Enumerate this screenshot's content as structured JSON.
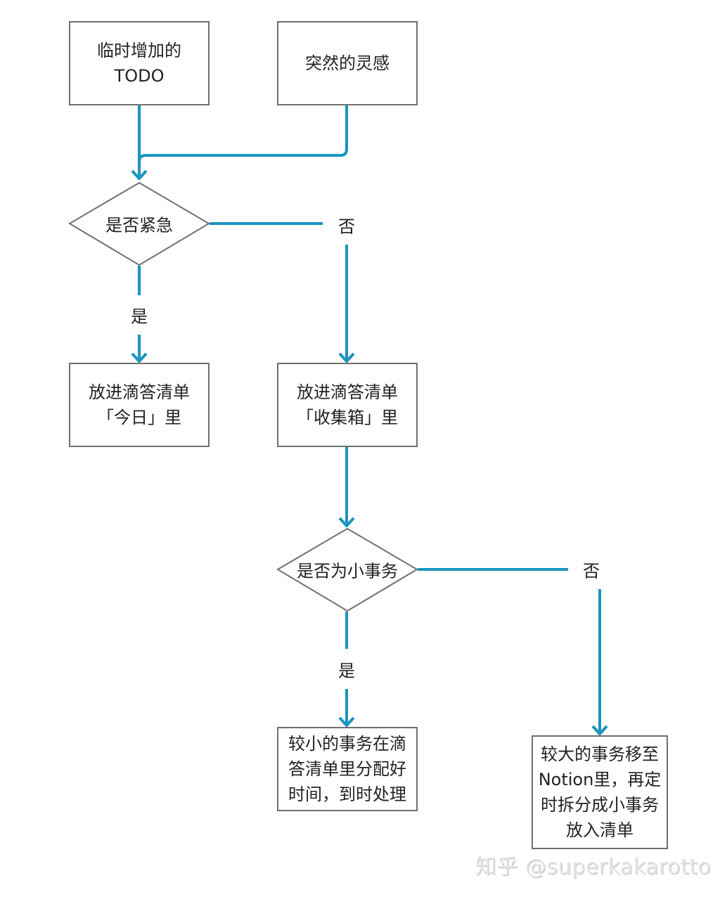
{
  "colors": {
    "connector": "#1b94be",
    "border": "#707070",
    "text": "#222222"
  },
  "nodes": {
    "todo": {
      "type": "process",
      "text": "临时增加的\nTODO"
    },
    "inspiration": {
      "type": "process",
      "text": "突然的灵感"
    },
    "urgent": {
      "type": "decision",
      "text": "是否紧急"
    },
    "today": {
      "type": "process",
      "text": "放进滴答清单\n「今日」里"
    },
    "inbox": {
      "type": "process",
      "text": "放进滴答清单\n「收集箱」里"
    },
    "small_task": {
      "type": "decision",
      "text": "是否为小事务"
    },
    "small_handle": {
      "type": "process",
      "text": "较小的事务在滴\n答清单里分配好\n时间，到时处理"
    },
    "large_handle": {
      "type": "process",
      "text": "较大的事务移至\nNotion里，再定\n时拆分成小事务\n放入清单"
    }
  },
  "edges": [
    {
      "from": "todo",
      "to": "urgent",
      "label": ""
    },
    {
      "from": "inspiration",
      "to": "urgent",
      "label": ""
    },
    {
      "from": "urgent",
      "to": "today",
      "label": "是"
    },
    {
      "from": "urgent",
      "to": "inbox",
      "label": "否"
    },
    {
      "from": "inbox",
      "to": "small_task",
      "label": ""
    },
    {
      "from": "small_task",
      "to": "small_handle",
      "label": "是"
    },
    {
      "from": "small_task",
      "to": "large_handle",
      "label": "否"
    }
  ],
  "watermark": "知乎 @superkakarotto"
}
